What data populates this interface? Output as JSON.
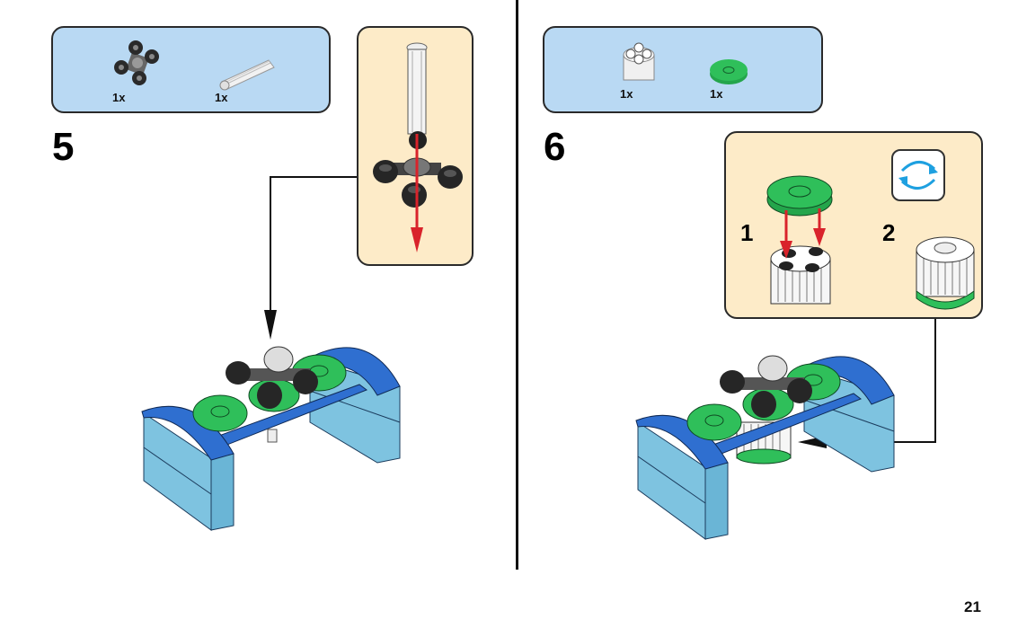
{
  "page": {
    "number": "21"
  },
  "colors": {
    "parts_box_bg": "#b9d9f3",
    "callout_bg": "#fdebc8",
    "brick_dark_blue": "#2f6fd0",
    "brick_light_blue": "#7ec3e0",
    "tile_green": "#2fbf5a",
    "arrow_red": "#d9232b",
    "rotate_blue": "#1ea0e0"
  },
  "steps": [
    {
      "number": "5",
      "parts": [
        {
          "name": "black-cross-hub-with-wheels",
          "qty": "1x"
        },
        {
          "name": "white-axle-pin",
          "qty": "1x"
        }
      ],
      "callout": {
        "description": "Insert axle pin into cross hub"
      }
    },
    {
      "number": "6",
      "parts": [
        {
          "name": "white-round-brick-2x2",
          "qty": "1x"
        },
        {
          "name": "green-round-tile-2x2",
          "qty": "1x"
        }
      ],
      "callout": {
        "substeps": [
          {
            "number": "1"
          },
          {
            "number": "2"
          }
        ],
        "rotate_icon": "rotate-icon"
      }
    }
  ]
}
